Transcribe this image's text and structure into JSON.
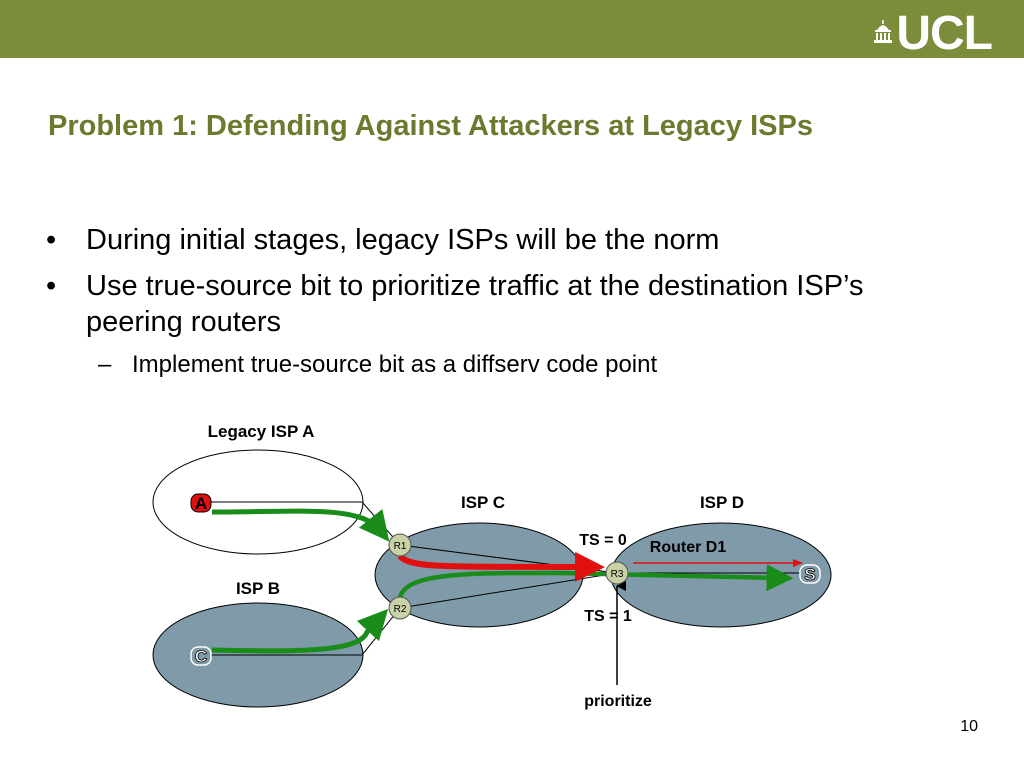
{
  "header": {
    "logo_text": "UCL",
    "bar_color": "#7b8c3a"
  },
  "slide": {
    "title": "Problem 1: Defending Against Attackers at Legacy ISPs",
    "bullets": [
      {
        "text": "During initial stages, legacy ISPs will be the norm"
      },
      {
        "text": "Use true-source bit to prioritize traffic at the destination ISP’s peering routers"
      }
    ],
    "sub_bullets": [
      {
        "text": "Implement true-source bit as a diffserv code point"
      }
    ],
    "page_number": "10"
  },
  "diagram": {
    "labels": {
      "legacy_isp_a": "Legacy ISP A",
      "isp_b": "ISP B",
      "isp_c": "ISP C",
      "isp_d": "ISP D",
      "router_d1": "Router D1",
      "ts0": "TS = 0",
      "ts1": "TS = 1",
      "prioritize": "prioritize"
    },
    "nodes": {
      "a": "A",
      "c": "C",
      "s": "S",
      "r1": "R1",
      "r2": "R2",
      "r3": "R3"
    },
    "colors": {
      "isp_fill": "#7f9aa8",
      "router_fill": "#c9d1a7",
      "green_path": "#1a8c1a",
      "red_path": "#e01010",
      "node_a_fill": "#e01010"
    }
  }
}
